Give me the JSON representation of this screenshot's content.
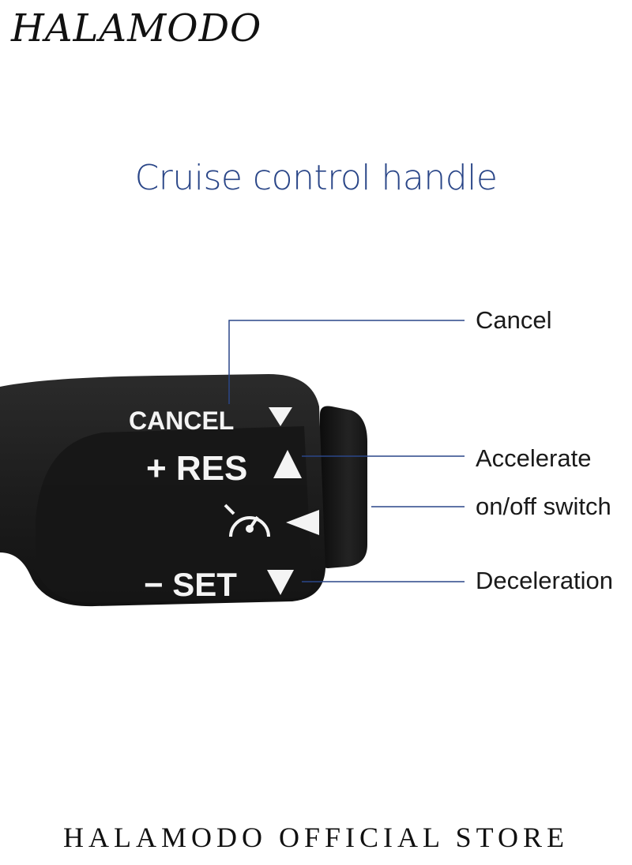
{
  "brand": {
    "logo_text": "HALAMODO"
  },
  "title": "Cruise control handle",
  "handle_labels": {
    "cancel": "CANCEL",
    "res": "+ RES",
    "set": "− SET"
  },
  "callouts": [
    {
      "label": "Cancel"
    },
    {
      "label": "Accelerate"
    },
    {
      "label": "on/off switch"
    },
    {
      "label": "Deceleration"
    }
  ],
  "colors": {
    "title": "#2a4688",
    "leader_line": "#2a4688",
    "handle": "#1c1c1c"
  },
  "icons": [
    "triangle-down-icon",
    "triangle-up-icon",
    "triangle-left-icon",
    "cruise-speedometer-icon"
  ],
  "footer": "HALAMODO OFFICIAL STORE"
}
